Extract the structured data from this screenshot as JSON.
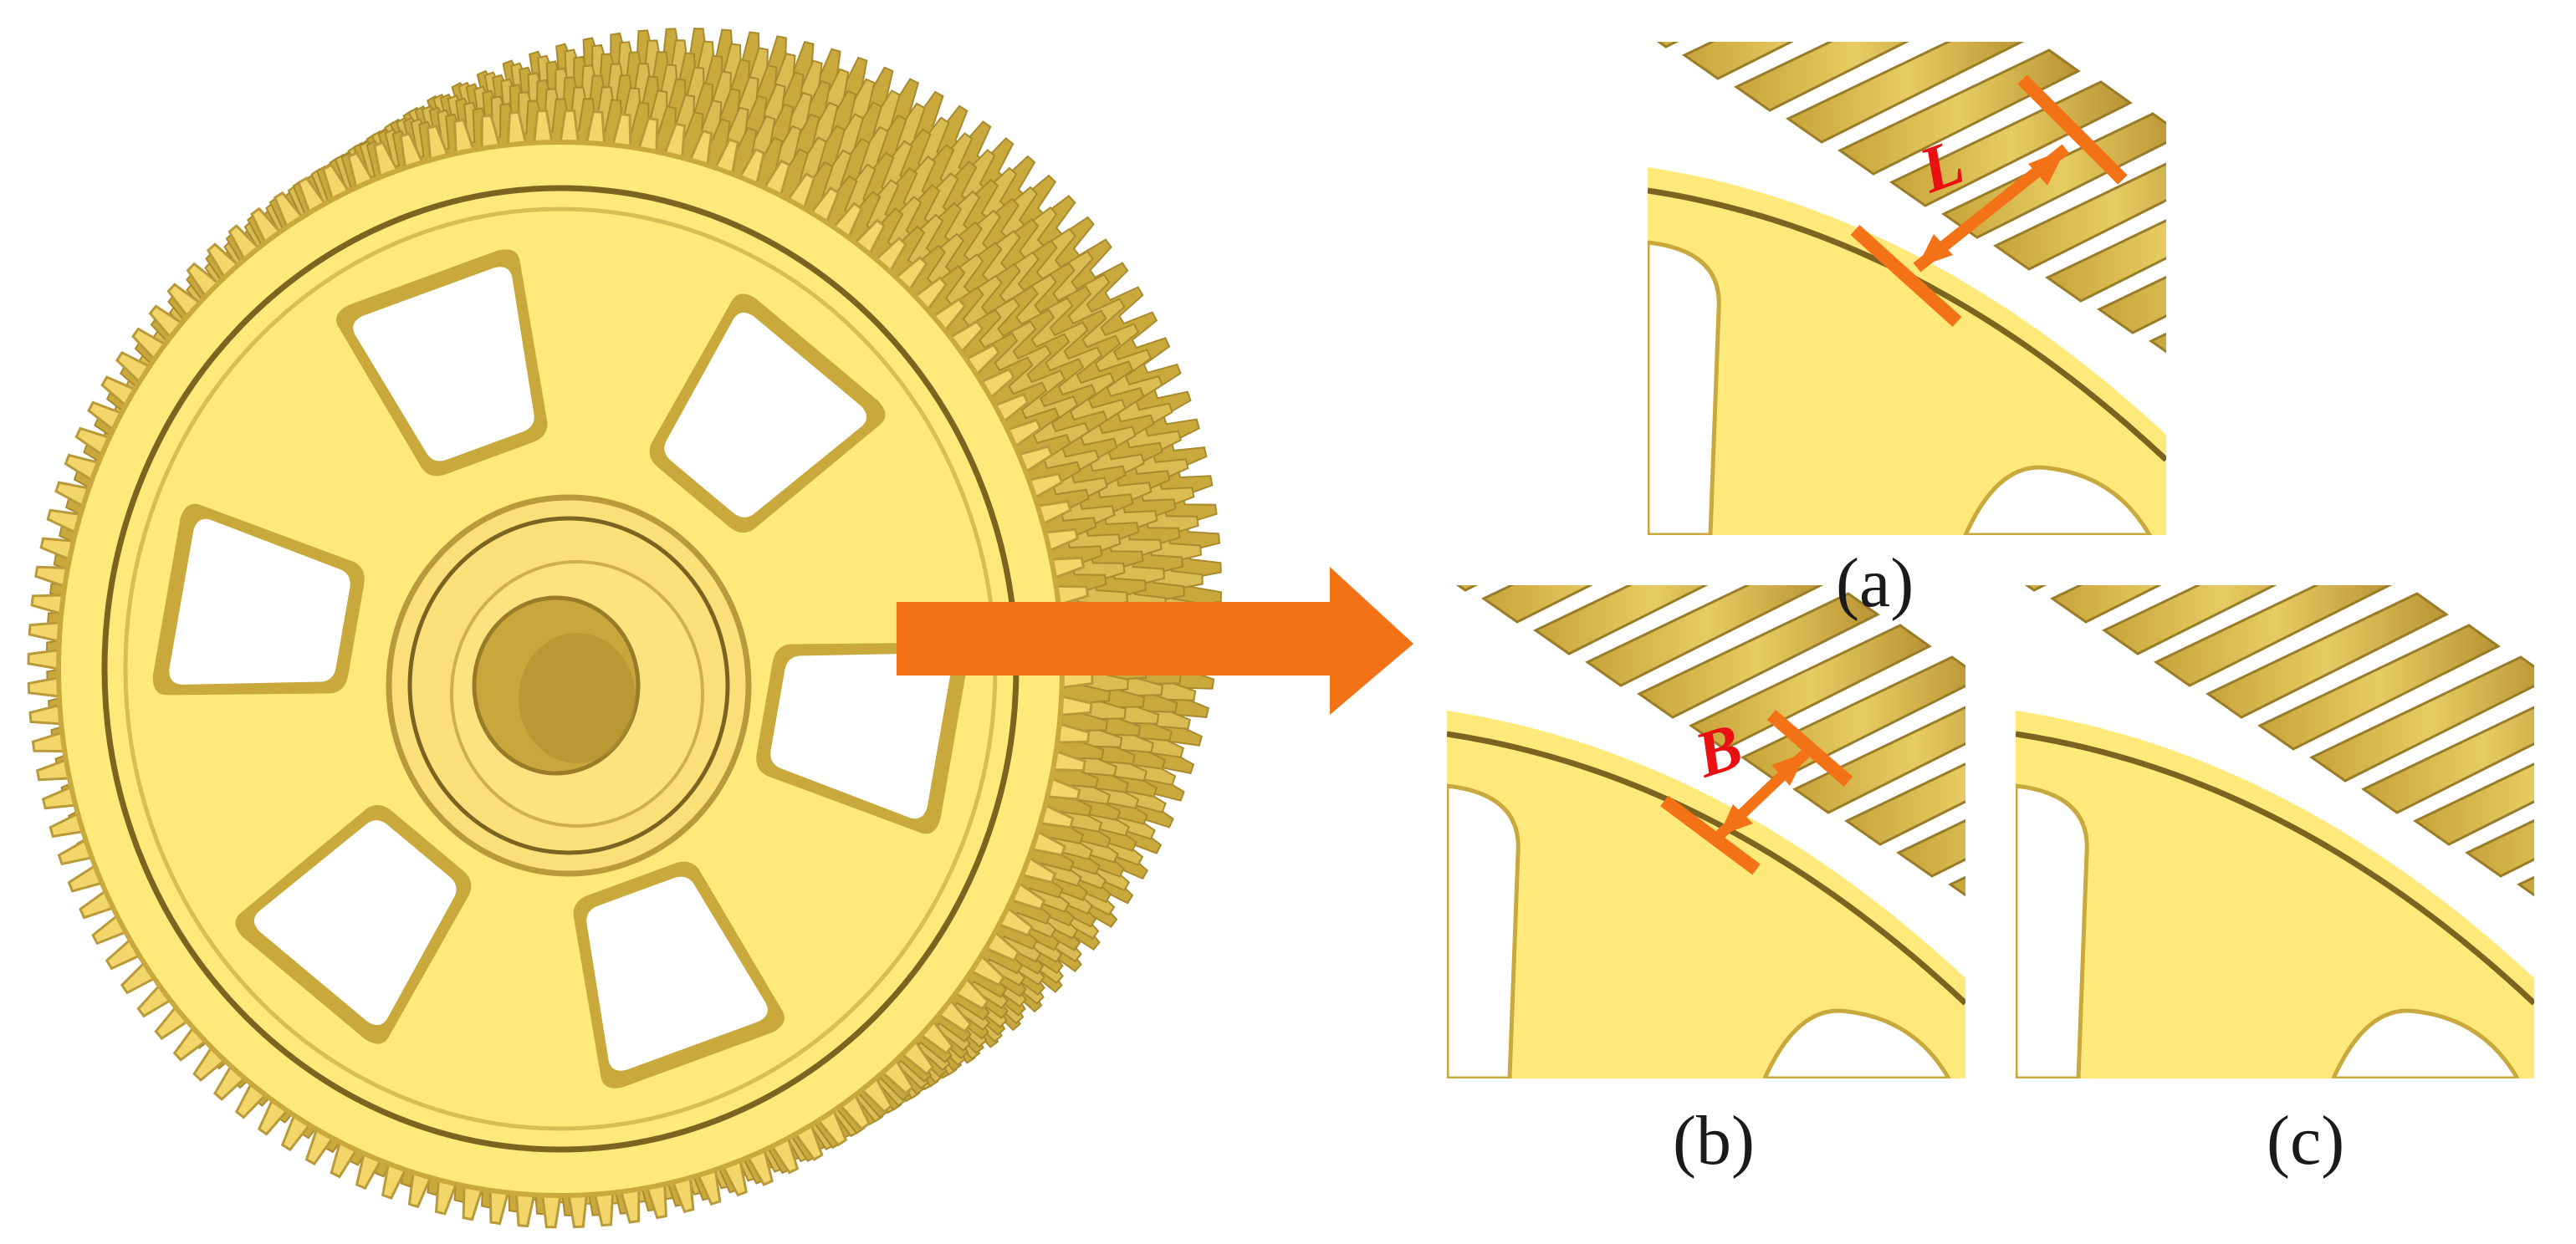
{
  "figure": {
    "arrow_color": "#f47216",
    "gear_color": "#ffe97a",
    "gear_shadow": "#c9a93c",
    "gear_dark": "#8e7424",
    "labels": {
      "dim_L": "L",
      "dim_B": "B",
      "caption_a": "(a)",
      "caption_b": "(b)",
      "caption_c": "(c)"
    },
    "icons": {
      "main_gear": "spur-gear-icon",
      "arrow": "right-arrow-icon"
    }
  }
}
